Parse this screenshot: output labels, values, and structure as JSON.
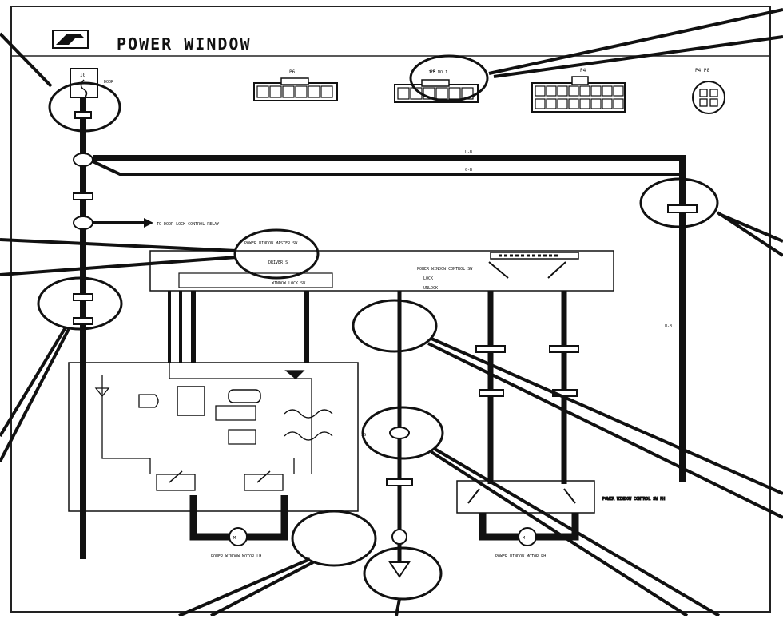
{
  "diagram": {
    "title": "POWER WINDOW",
    "connectors": [
      "P6",
      "P5",
      "P4",
      "P4  P8"
    ],
    "junction_caption": "J/B NO.1",
    "relay_label": "TO DOOR LOCK CONTROL RELAY",
    "master_switch_label": "POWER WINDOW MASTER SW",
    "master_switch_sublabel": "DRIVER'S",
    "window_lock_label": "WINDOW LOCK SW",
    "lock_state": "LOCK",
    "lock_state_2": "UNLOCK",
    "regulator_switch_label": "POWER WINDOW CONTROL SW",
    "driver_motor_label": "POWER WINDOW MOTOR LH",
    "passenger_motor_label": "POWER WINDOW MOTOR RH",
    "passenger_switch_label": "POWER WINDOW CONTROL SW RH",
    "wire_color_1": "L-B",
    "wire_color_2": "G-B",
    "wire_color_3": "W-B",
    "ground_label": "IG",
    "fuse_label": "DOOR",
    "colors": {
      "line": "#111111",
      "background": "#ffffff",
      "callout": "#111111"
    }
  }
}
